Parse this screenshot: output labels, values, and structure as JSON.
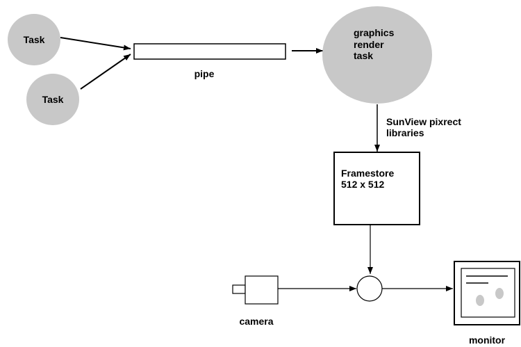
{
  "nodes": {
    "task_top": "Task",
    "task_bottom": "Task",
    "pipe": "pipe",
    "render_task": [
      "graphics",
      "render",
      "task"
    ],
    "libraries": [
      "SunView pixrect",
      "libraries"
    ],
    "framestore": [
      "Framestore",
      "512 x 512"
    ],
    "camera": "camera",
    "monitor": "monitor"
  },
  "colors": {
    "task_fill": "#c8c8c8",
    "stroke": "#000000",
    "background": "#ffffff"
  }
}
